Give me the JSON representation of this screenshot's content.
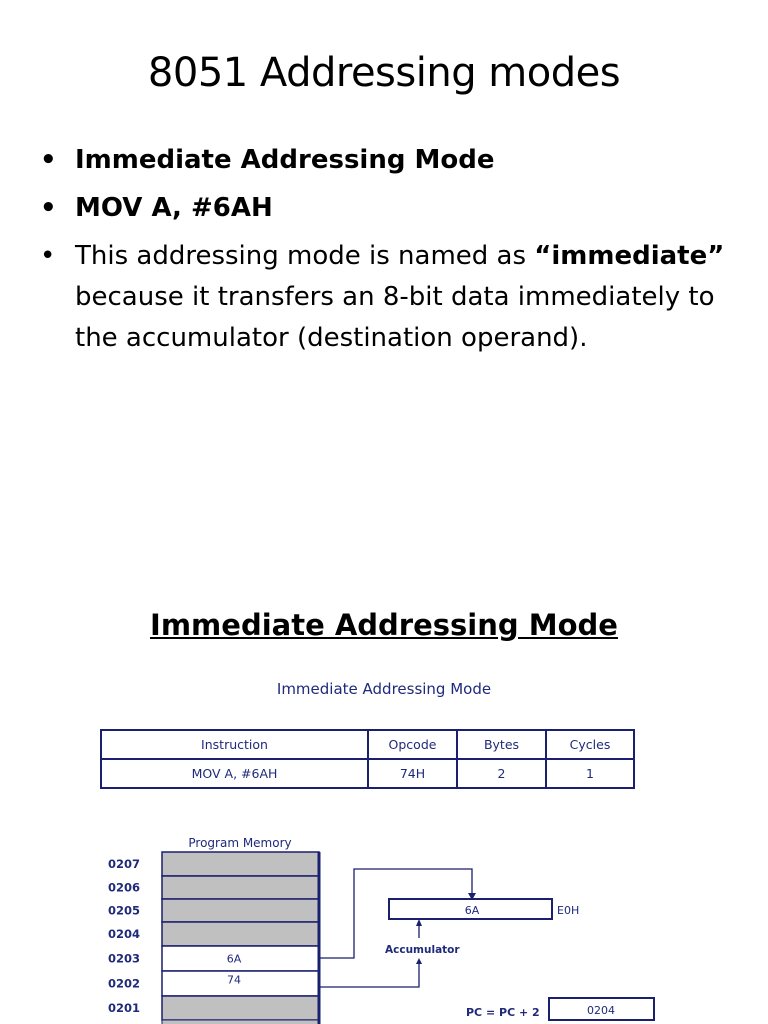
{
  "slide": {
    "title": "8051 Addressing modes",
    "bullets": [
      {
        "text": "Immediate Addressing Mode"
      },
      {
        "text": "MOV A, #6AH"
      },
      {
        "pre": "This addressing mode is named as ",
        "bold": "“immediate”",
        "post": " because it transfers an 8-bit data immediately to the accumulator (destination operand)."
      }
    ],
    "subtitle": "Immediate Addressing Mode"
  },
  "figure": {
    "title": "Immediate Addressing Mode",
    "table": {
      "headers": [
        "Instruction",
        "Opcode",
        "Bytes",
        "Cycles"
      ],
      "rows": [
        [
          "MOV A, #6AH",
          "74H",
          "2",
          "1"
        ]
      ]
    },
    "memory": {
      "label": "Program Memory",
      "rows": [
        {
          "addr": "0207",
          "value": "",
          "filled": true
        },
        {
          "addr": "0206",
          "value": "",
          "filled": true
        },
        {
          "addr": "0205",
          "value": "",
          "filled": true
        },
        {
          "addr": "0204",
          "value": "",
          "filled": true
        },
        {
          "addr": "0203",
          "value": "6A",
          "filled": false
        },
        {
          "addr": "0202",
          "value": "74",
          "filled": false
        },
        {
          "addr": "0201",
          "value": "",
          "filled": true
        }
      ]
    },
    "accumulator": {
      "label": "Accumulator",
      "value": "6A",
      "address": "E0H"
    },
    "pc": {
      "label": "PC = PC + 2",
      "value": "0204"
    },
    "colors": {
      "line": "#1a1f6e",
      "text": "#1f2a7a",
      "fill": "#c0c0c0"
    }
  }
}
